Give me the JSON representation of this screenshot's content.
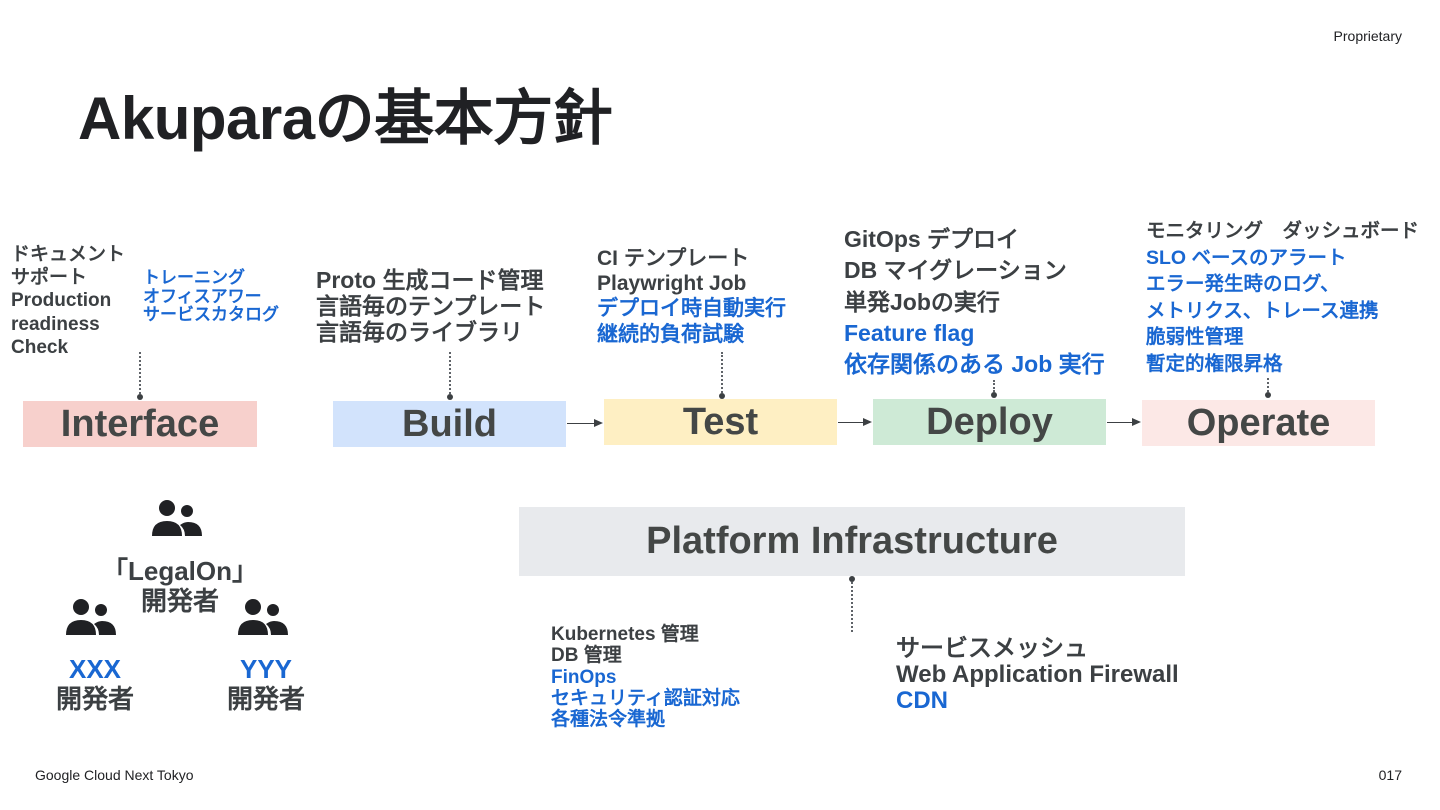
{
  "header": {
    "proprietary": "Proprietary",
    "title": "Akuparaの基本方針"
  },
  "stages": {
    "interface": {
      "label": "Interface",
      "color": "#f7d0cc",
      "notes_dark": [
        "ドキュメント",
        "サポート",
        "Production",
        "readiness",
        "Check"
      ],
      "notes_blue": [
        "トレーニング",
        "オフィスアワー",
        "サービスカタログ"
      ]
    },
    "build": {
      "label": "Build",
      "color": "#d2e3fc",
      "notes_dark": [
        "Proto 生成コード管理",
        "言語毎のテンプレート",
        "言語毎のライブラリ"
      ]
    },
    "test": {
      "label": "Test",
      "color": "#feefc3",
      "notes_dark": [
        "CI テンプレート",
        "Playwright Job"
      ],
      "notes_blue": [
        "デプロイ時自動実行",
        "継続的負荷試験"
      ]
    },
    "deploy": {
      "label": "Deploy",
      "color": "#ceead6",
      "notes_dark": [
        "GitOps デプロイ",
        "DB マイグレーション",
        "単発Jobの実行"
      ],
      "notes_blue": [
        "Feature flag",
        "依存関係のある Job 実行"
      ]
    },
    "operate": {
      "label": "Operate",
      "color": "#fce8e6",
      "notes_dark": [
        "モニタリング　ダッシュボード"
      ],
      "notes_blue": [
        "SLO ベースのアラート",
        "エラー発生時のログ、",
        "メトリクス、トレース連携",
        "脆弱性管理",
        "暫定的権限昇格"
      ]
    }
  },
  "platform": {
    "label": "Platform Infrastructure",
    "color": "#e8eaed",
    "left_dark": [
      "Kubernetes 管理",
      "DB 管理"
    ],
    "left_blue": [
      "FinOps",
      "セキュリティ認証対応",
      "各種法令準拠"
    ],
    "right_dark": [
      "サービスメッシュ",
      "Web Application Firewall"
    ],
    "right_blue": [
      "CDN"
    ]
  },
  "teams": {
    "main": {
      "line1": "「LegalOn」",
      "line2": "開発者",
      "icon": "people-icon"
    },
    "xxx": {
      "line1": "XXX",
      "line2": "開発者",
      "icon": "people-icon"
    },
    "yyy": {
      "line1": "YYY",
      "line2": "開発者",
      "icon": "people-icon"
    }
  },
  "colors": {
    "accent_blue": "#1967d2",
    "text_dark": "#3c4043"
  },
  "footer": {
    "event": "Google Cloud Next Tokyo",
    "page": "017"
  }
}
